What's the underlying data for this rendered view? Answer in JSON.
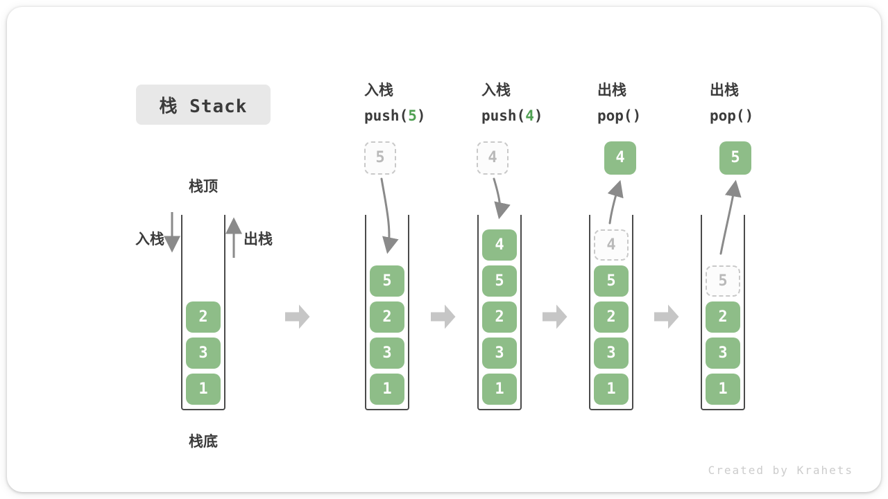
{
  "title": "栈 Stack",
  "watermark": "Created by Krahets",
  "legend": {
    "stack_top": "栈顶",
    "stack_bottom": "栈底",
    "push_label": "入栈",
    "pop_label": "出栈"
  },
  "operations": [
    {
      "kind": "push",
      "label": "入栈",
      "code_pre": "push(",
      "code_arg": "5",
      "code_post": ")",
      "float_value": "5",
      "float_style": "dashed"
    },
    {
      "kind": "push",
      "label": "入栈",
      "code_pre": "push(",
      "code_arg": "4",
      "code_post": ")",
      "float_value": "4",
      "float_style": "dashed"
    },
    {
      "kind": "pop",
      "label": "出栈",
      "code_pre": "pop(",
      "code_arg": "",
      "code_post": ")",
      "float_value": "4",
      "float_style": "solid"
    },
    {
      "kind": "pop",
      "label": "出栈",
      "code_pre": "pop(",
      "code_arg": "",
      "code_post": ")",
      "float_value": "5",
      "float_style": "solid"
    }
  ],
  "stacks": [
    {
      "items": [
        "2",
        "3",
        "1"
      ]
    },
    {
      "items": [
        "5",
        "2",
        "3",
        "1"
      ]
    },
    {
      "items": [
        "4",
        "5",
        "2",
        "3",
        "1"
      ]
    },
    {
      "ghost": "4",
      "items": [
        "5",
        "2",
        "3",
        "1"
      ]
    },
    {
      "ghost": "5",
      "items": [
        "2",
        "3",
        "1"
      ]
    }
  ],
  "colors": {
    "green_box": "#8ebd88",
    "green_code_text": "#4fa052",
    "curve_arrow": "#8a8a8a",
    "block_arrow": "#c6c6c6",
    "frame_line": "#4a4a4a",
    "ghost_border": "#c9c9c9",
    "title_bg": "#e8e8e8",
    "text_dark": "#3b3b3b",
    "watermark_text": "#cccccc"
  }
}
